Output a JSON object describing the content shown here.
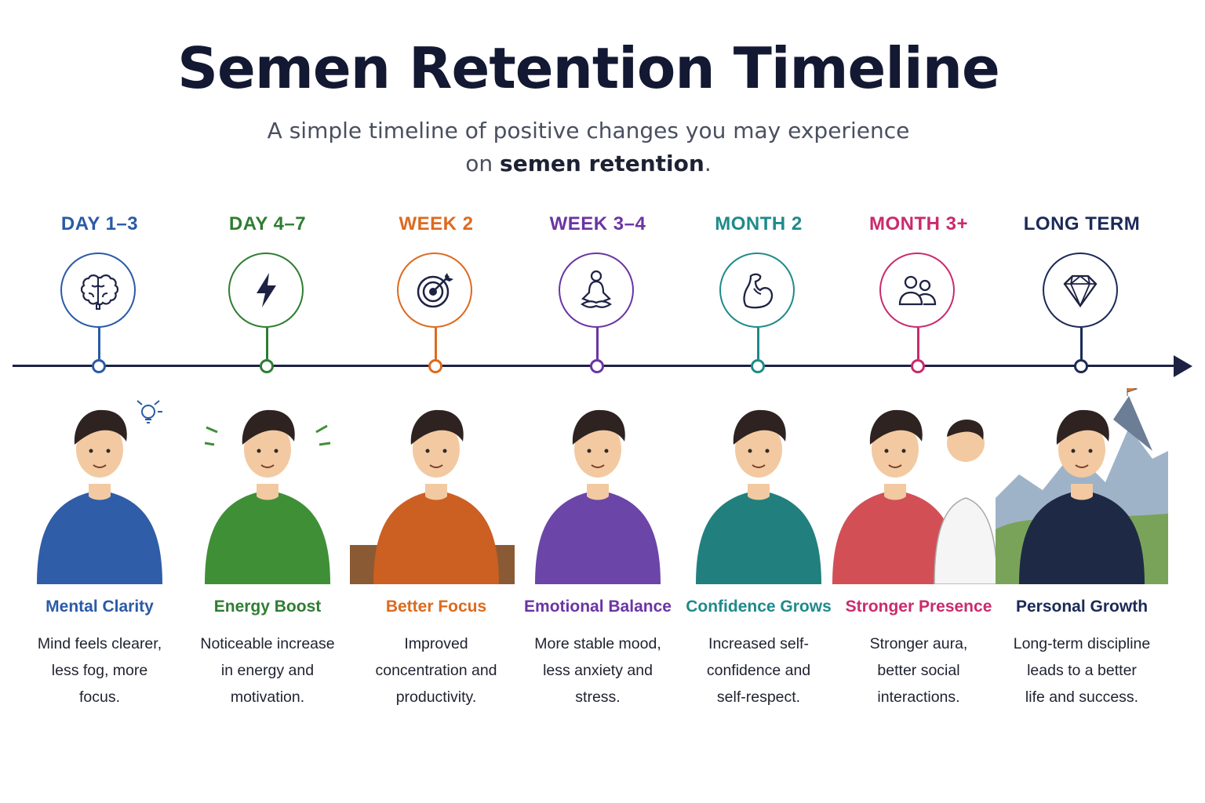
{
  "title": "Semen Retention Timeline",
  "subtitle": {
    "line1": "A simple timeline of positive changes you may experience",
    "line2_prefix": "on ",
    "line2_bold": "semen retention",
    "line2_suffix": "."
  },
  "stages": [
    {
      "label": "DAY 1–3",
      "color": "#2a5aa6",
      "shirt": "#2f5da8",
      "icon": "brain-icon",
      "name": "Mental Clarity",
      "desc": [
        "Mind feels clearer,",
        "less fog, more",
        "focus."
      ]
    },
    {
      "label": "DAY 4–7",
      "color": "#2f7d32",
      "shirt": "#3f8f36",
      "icon": "lightning-icon",
      "name": "Energy Boost",
      "desc": [
        "Noticeable increase",
        "in energy and",
        "motivation."
      ]
    },
    {
      "label": "WEEK 2",
      "color": "#dd6a1f",
      "shirt": "#cc5f22",
      "icon": "target-icon",
      "name": "Better Focus",
      "desc": [
        "Improved",
        "concentration and",
        "productivity."
      ]
    },
    {
      "label": "WEEK 3–4",
      "color": "#6a35a3",
      "shirt": "#6b45a8",
      "icon": "meditation-icon",
      "name": "Emotional Balance",
      "desc": [
        "More stable mood,",
        "less anxiety and",
        "stress."
      ]
    },
    {
      "label": "MONTH 2",
      "color": "#1f8a8a",
      "shirt": "#21807e",
      "icon": "flexed-arm-icon",
      "name": "Confidence Grows",
      "desc": [
        "Increased self-",
        "confidence and",
        "self-respect."
      ]
    },
    {
      "label": "MONTH 3+",
      "color": "#c92b6d",
      "shirt": "#d24f56",
      "icon": "people-icon",
      "name": "Stronger Presence",
      "desc": [
        "Stronger aura,",
        "better social",
        "interactions."
      ]
    },
    {
      "label": "LONG TERM",
      "color": "#1b2a57",
      "shirt": "#1e2a45",
      "icon": "diamond-icon",
      "name": "Personal Growth",
      "desc": [
        "Long-term discipline",
        "leads to a better",
        "life and success."
      ]
    }
  ]
}
